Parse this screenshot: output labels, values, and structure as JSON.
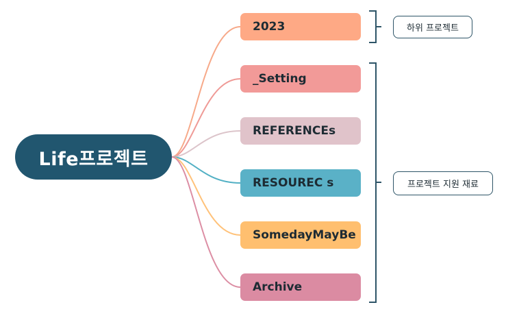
{
  "root": {
    "label": "Life프로젝트",
    "color": "#21566f"
  },
  "branches": [
    {
      "label": "2023",
      "color": "#fea985",
      "line": "#f7a989"
    },
    {
      "label": "_Setting",
      "color": "#f29a98",
      "line": "#ef9a96"
    },
    {
      "label": "REFERENCEs",
      "color": "#e0c3ca",
      "line": "#dcc4ca"
    },
    {
      "label": "RESOUREC s",
      "color": "#5ab1c7",
      "line": "#52b0c4"
    },
    {
      "label": "SomedayMayBe",
      "color": "#ffbf6f",
      "line": "#ffc27a"
    },
    {
      "label": "Archive",
      "color": "#db8ba2",
      "line": "#dc8ea4"
    }
  ],
  "summaries": [
    {
      "label": "하위 프로젝트"
    },
    {
      "label": "프로젝트 지원 재료"
    }
  ],
  "bracket_color": "#2d5467"
}
